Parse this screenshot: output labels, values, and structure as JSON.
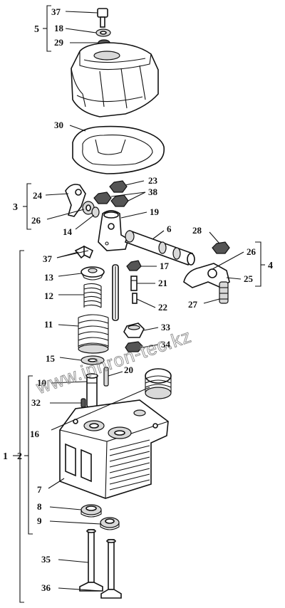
{
  "callouts": [
    "37",
    "18",
    "29",
    "5",
    "30",
    "23",
    "38",
    "24",
    "3",
    "26",
    "19",
    "14",
    "6",
    "28",
    "26",
    "4",
    "37",
    "17",
    "13",
    "25",
    "12",
    "21",
    "22",
    "27",
    "11",
    "33",
    "15",
    "34",
    "10",
    "20",
    "32",
    "16",
    "1",
    "2",
    "7",
    "8",
    "9",
    "35",
    "36"
  ],
  "watermark": "www.inhron-tec.kz"
}
